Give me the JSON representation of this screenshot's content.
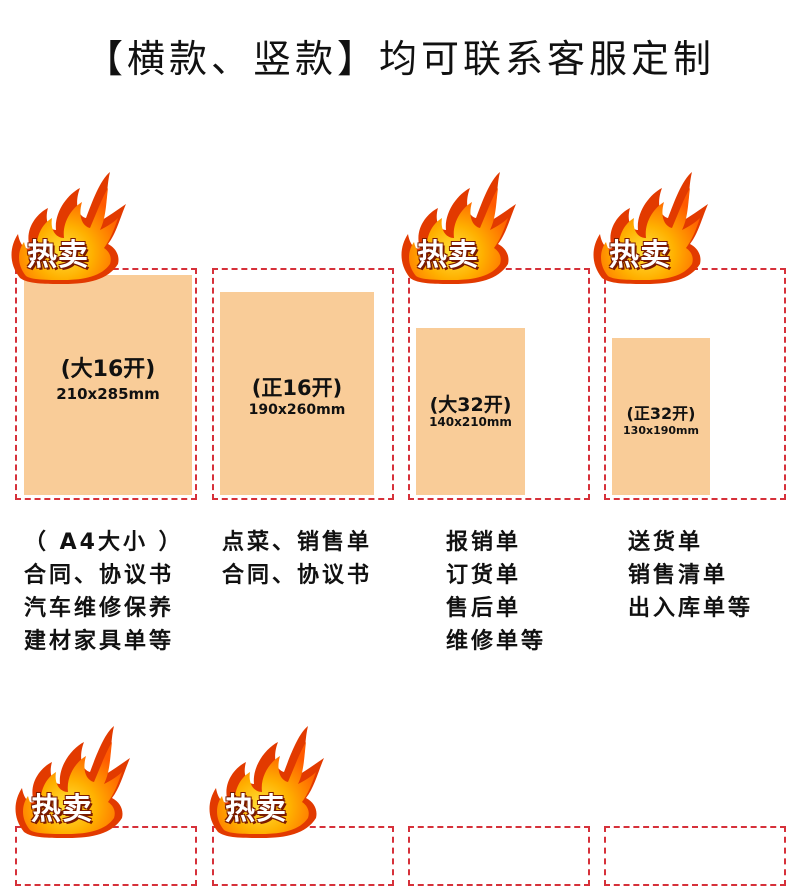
{
  "header": {
    "title": "【横款、竖款】均可联系客服定制"
  },
  "badge_label": "热卖",
  "products": [
    {
      "size": "(大16开)",
      "dims": "210x285mm",
      "desc": [
        "（ A4大小 ）",
        "合同、协议书",
        "汽车维修保养",
        "建材家具单等"
      ]
    },
    {
      "size": "(正16开)",
      "dims": "190x260mm",
      "desc": [
        "点菜、销售单",
        "合同、协议书"
      ]
    },
    {
      "size": "(大32开)",
      "dims": "140x210mm",
      "desc": [
        "报销单",
        "订货单",
        "售后单",
        "维修单等"
      ]
    },
    {
      "size": "(正32开)",
      "dims": "130x190mm",
      "desc": [
        "送货单",
        "销售清单",
        "出入库单等"
      ]
    }
  ],
  "colors": {
    "frame": "#d6313a",
    "sheet": "#f9cc98",
    "flame_outer": "#ff6a00",
    "flame_inner": "#ffd21a"
  },
  "icons": {
    "badge": "flame-icon"
  }
}
